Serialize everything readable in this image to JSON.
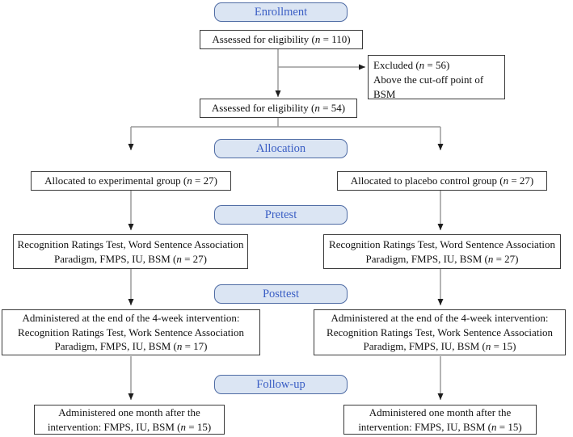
{
  "colors": {
    "stage_fill": "#dbe5f3",
    "stage_border": "#4e6ba4",
    "stage_text": "#3a5ec4",
    "box_border": "#3a3a3a",
    "line": "#9a9a9a",
    "arrow": "#1c1c1c"
  },
  "symbols": {
    "n": "n"
  },
  "stages": {
    "enrollment": "Enrollment",
    "allocation": "Allocation",
    "pretest": "Pretest",
    "posttest": "Posttest",
    "followup": "Follow-up"
  },
  "boxes": {
    "eligibility1": {
      "pre": "Assessed for eligibility (",
      "post": " = 110)"
    },
    "excluded": {
      "pre": "Excluded (",
      "post": " = 56)",
      "line2": "Above the cut-off point of BSM"
    },
    "eligibility2": {
      "pre": "Assessed for eligibility (",
      "post": " = 54)"
    },
    "alloc_left": {
      "pre": "Allocated to experimental group (",
      "post": " = 27)"
    },
    "alloc_right": {
      "pre": "Allocated to placebo control group (",
      "post": " = 27)"
    },
    "pretest_left": {
      "pre": "Recognition Ratings Test, Word Sentence Association Paradigm, FMPS, IU, BSM (",
      "post": " = 27)"
    },
    "pretest_right": {
      "pre": "Recognition Ratings Test, Word Sentence Association Paradigm, FMPS, IU, BSM (",
      "post": " = 27)"
    },
    "posttest_left": {
      "pre": "Administered at the end of the 4-week intervention: Recognition Ratings Test, Work Sentence Association Paradigm, FMPS, IU, BSM (",
      "post": " = 17)"
    },
    "posttest_right": {
      "pre": "Administered at the end of the 4-week intervention: Recognition Ratings Test, Work Sentence Association Paradigm, FMPS, IU, BSM (",
      "post": " = 15)"
    },
    "followup_left": {
      "pre": "Administered one month after the intervention: FMPS, IU, BSM (",
      "post": " = 15)"
    },
    "followup_right": {
      "pre": "Administered one month after the intervention: FMPS, IU, BSM (",
      "post": " = 15)"
    }
  }
}
